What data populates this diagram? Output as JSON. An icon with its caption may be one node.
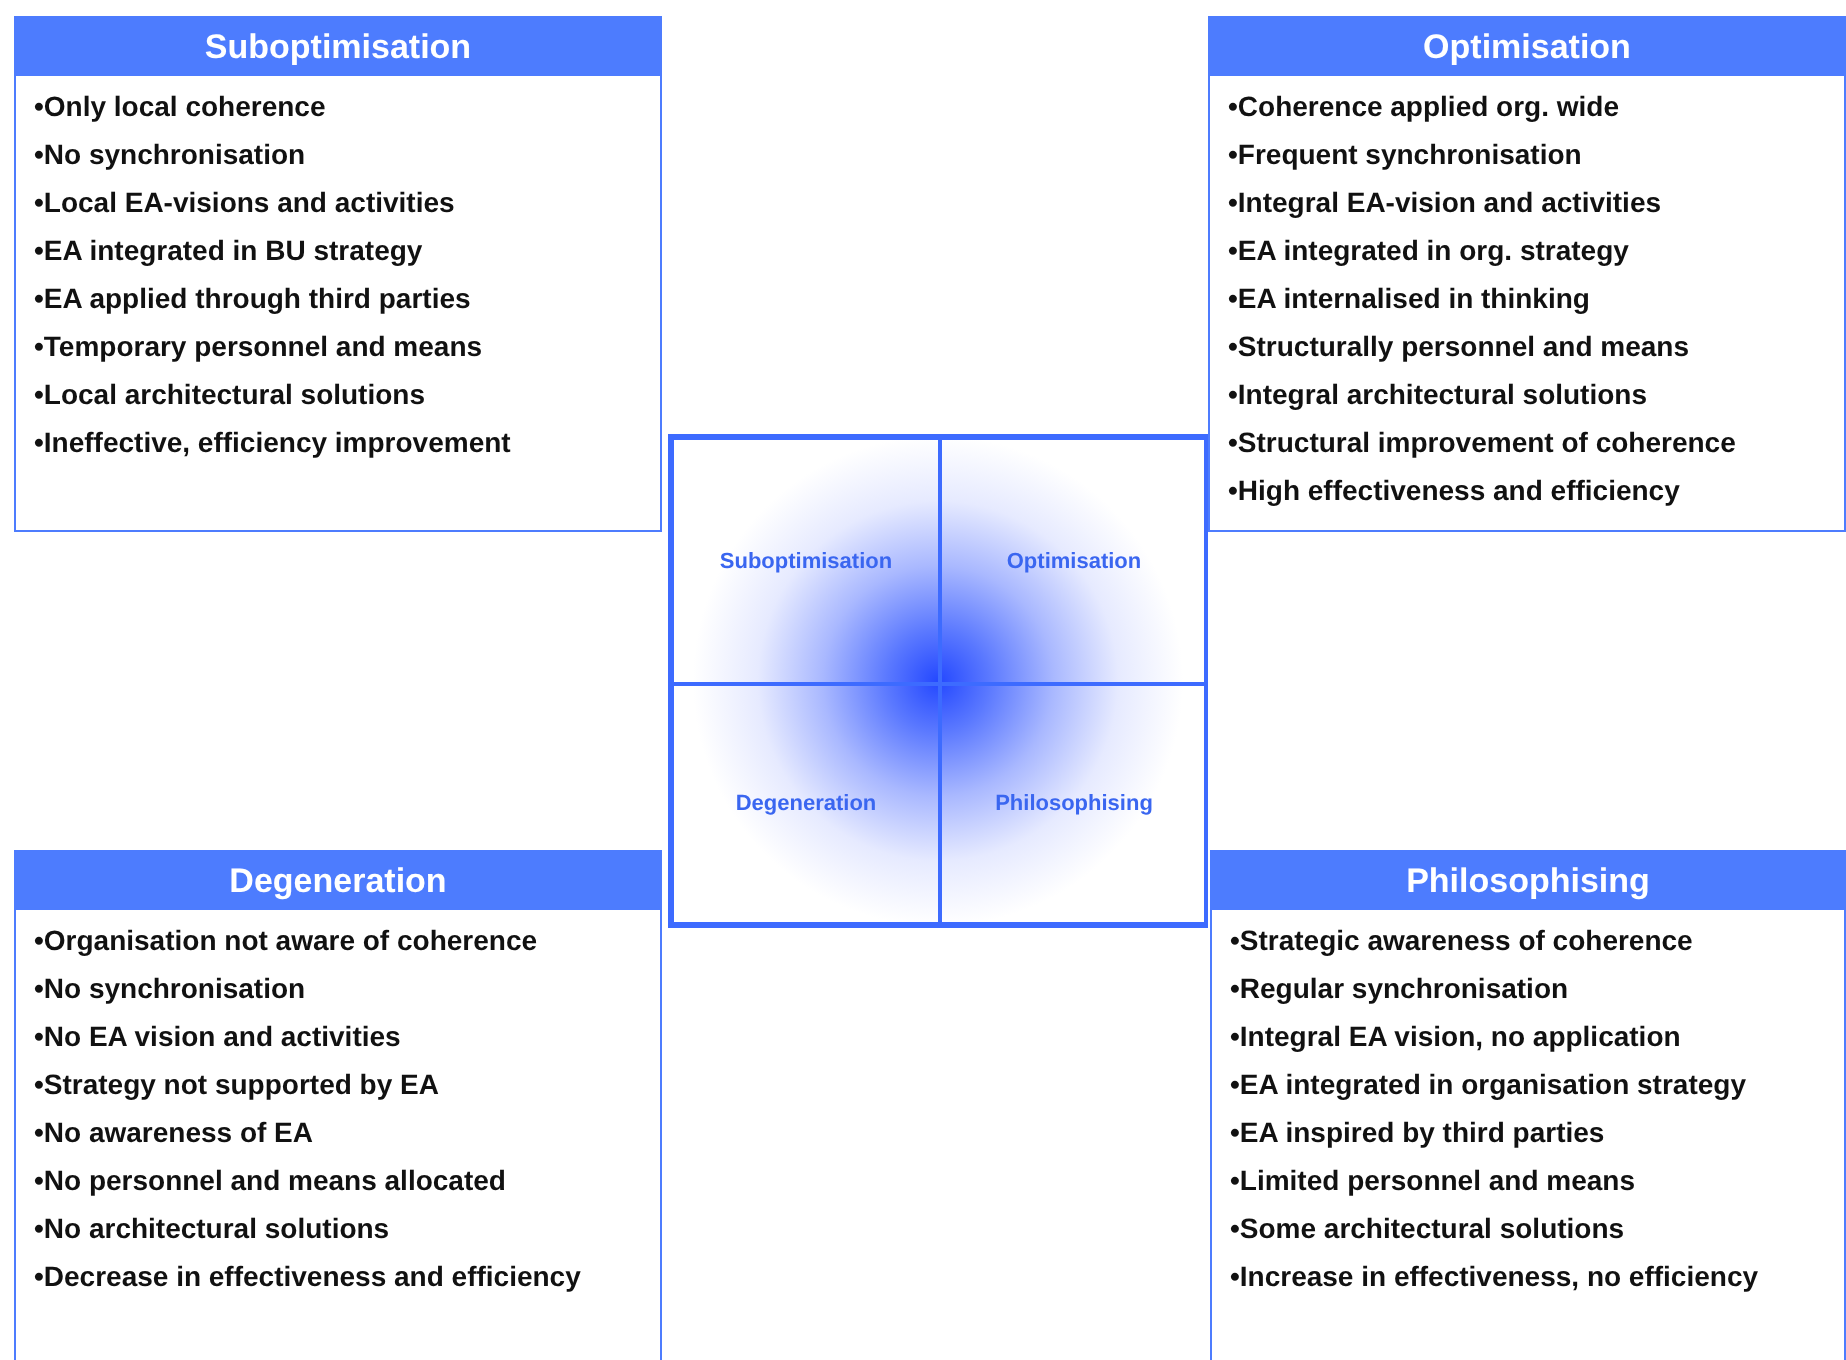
{
  "diagram": {
    "nodes": [
      {
        "text": [
          "Suboptimisation",
          "•Only local coherence",
          "•No synchronisation",
          "•Local EA-visions and activities",
          "•EA integrated in BU strategy",
          "•EA applied through third parties",
          "•Temporary personnel and means",
          "•Local architectural solutions",
          "•Ineffective, efficiency improvement"
        ]
      },
      {
        "text": [
          "Optimisation",
          "•Coherence applied org. wide",
          "•Frequent synchronisation",
          "•Integral EA-vision and activities",
          "•EA integrated in org. strategy",
          "•EA internalised in thinking",
          "•Structurally personnel and means",
          "•Integral architectural solutions",
          "•Structural improvement of coherence",
          "•High effectiveness and efficiency"
        ]
      },
      {
        "text": [],
        "shape": "box"
      },
      {
        "text": [
          "Suboptimisation"
        ],
        "in": 2
      },
      {
        "text": [
          "Optimisation"
        ],
        "in": 2
      },
      {
        "text": [
          "Degeneration"
        ],
        "in": 2
      },
      {
        "text": [
          "Philosophising"
        ],
        "in": 2
      },
      {
        "text": [
          "Degeneration",
          "•Organisation not aware of coherence",
          "•No synchronisation",
          "•No EA vision and activities",
          "•Strategy not supported by EA",
          "•No awareness of EA",
          "•No personnel and means allocated",
          "•No architectural solutions",
          "•Decrease in effectiveness and efficiency"
        ]
      },
      {
        "text": [
          "Philosophising",
          "•Strategic awareness of coherence",
          "•Regular synchronisation",
          "•Integral EA vision, no application",
          "•EA integrated in organisation strategy",
          "•EA inspired by third parties",
          "•Limited personnel and means",
          "•Some architectural solutions",
          "•Increase in effectiveness, no efficiency"
        ]
      }
    ],
    "edges": []
  }
}
